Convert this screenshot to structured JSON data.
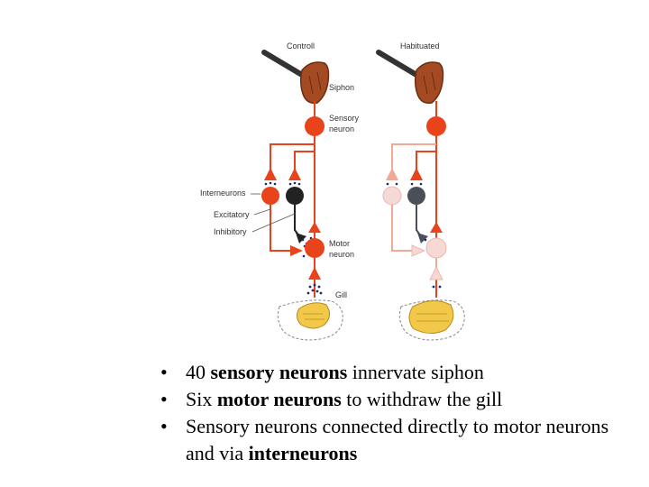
{
  "figure": {
    "panel_titles": {
      "control": "Controll",
      "habituated": "Habituated"
    },
    "labels": {
      "siphon": "Siphon",
      "sensory_1": "Sensory",
      "sensory_2": "neuron",
      "interneurons": "Interneurons",
      "excitatory": "Excitatory",
      "inhibitory": "Inhibitory",
      "motor_1": "Motor",
      "motor_2": "neuron",
      "gill": "Gill"
    }
  },
  "bullets": [
    {
      "pre": "40 ",
      "bold": "sensory neurons",
      "post": " innervate siphon"
    },
    {
      "pre": "Six ",
      "bold": "motor neurons",
      "post": " to withdraw the gill"
    },
    {
      "pre": "Sensory neurons connected directly to motor neurons and via ",
      "bold": "interneurons",
      "post": ""
    }
  ],
  "colors": {
    "active_neuron": "#e8431a",
    "faded_neuron": "#f6d9d5",
    "inhibitory_neuron": "#222222",
    "gill": "#f2c84b",
    "siphon": "#a34a22"
  }
}
